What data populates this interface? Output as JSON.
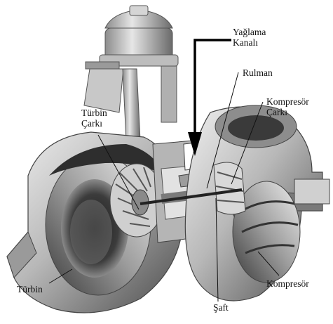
{
  "labels": {
    "yaglama_line1": "Yağlama",
    "yaglama_line2": "Kanalı",
    "rulman": "Rulman",
    "kompresor_carki_line1": "Kompresör",
    "kompresor_carki_line2": "Çarkı",
    "turbin_carki_line1": "Türbin",
    "turbin_carki_line2": "Çarkı",
    "turbin": "Türbin",
    "saft": "Şaft",
    "kompresor": "Kompresör"
  },
  "colors": {
    "metal_light": "#d9d9d9",
    "metal_mid": "#a8a8a8",
    "metal_dark": "#5e5e5e",
    "shadow": "#2a2a2a",
    "ink": "#111111"
  }
}
